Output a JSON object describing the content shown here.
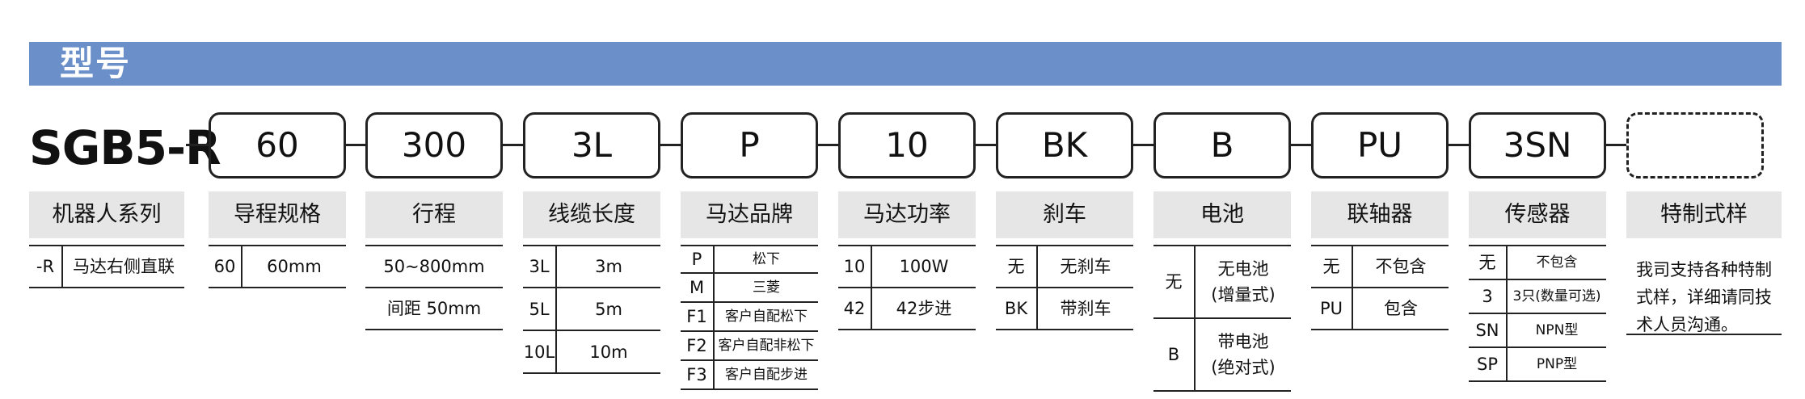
{
  "banner": {
    "title": "型号"
  },
  "model": {
    "name": "SGB5-R"
  },
  "codes": [
    "60",
    "300",
    "3L",
    "P",
    "10",
    "BK",
    "B",
    "PU",
    "3SN",
    ""
  ],
  "columns": [
    {
      "header": "机器人系列",
      "rows": [
        [
          "-R",
          "马达右侧直联"
        ]
      ]
    },
    {
      "header": "导程规格",
      "rows": [
        [
          "60",
          "60mm"
        ]
      ]
    },
    {
      "header": "行程",
      "rows": [
        [
          "50~800mm"
        ],
        [
          "间距 50mm"
        ]
      ]
    },
    {
      "header": "线缆长度",
      "rows": [
        [
          "3L",
          "3m"
        ],
        [
          "5L",
          "5m"
        ],
        [
          "10L",
          "10m"
        ]
      ]
    },
    {
      "header": "马达品牌",
      "rows": [
        [
          "P",
          "松下"
        ],
        [
          "M",
          "三菱"
        ],
        [
          "F1",
          "客户自配松下"
        ],
        [
          "F2",
          "客户自配非松下"
        ],
        [
          "F3",
          "客户自配步进"
        ]
      ]
    },
    {
      "header": "马达功率",
      "rows": [
        [
          "10",
          "100W"
        ],
        [
          "42",
          "42步进"
        ]
      ]
    },
    {
      "header": "刹车",
      "rows": [
        [
          "无",
          "无刹车"
        ],
        [
          "BK",
          "带刹车"
        ]
      ]
    },
    {
      "header": "电池",
      "rows": [
        [
          "无",
          "无电池",
          "(增量式)"
        ],
        [
          "B",
          "带电池",
          "(绝对式)"
        ]
      ]
    },
    {
      "header": "联轴器",
      "rows": [
        [
          "无",
          "不包含"
        ],
        [
          "PU",
          "包含"
        ]
      ]
    },
    {
      "header": "传感器",
      "rows": [
        [
          "无",
          "不包含"
        ],
        [
          "3",
          "3只(数量可选)"
        ],
        [
          "SN",
          "NPN型"
        ],
        [
          "SP",
          "PNP型"
        ]
      ]
    },
    {
      "header": "特制式样",
      "note": "我司支持各种特制式样，详细请同技术人员沟通。"
    }
  ]
}
